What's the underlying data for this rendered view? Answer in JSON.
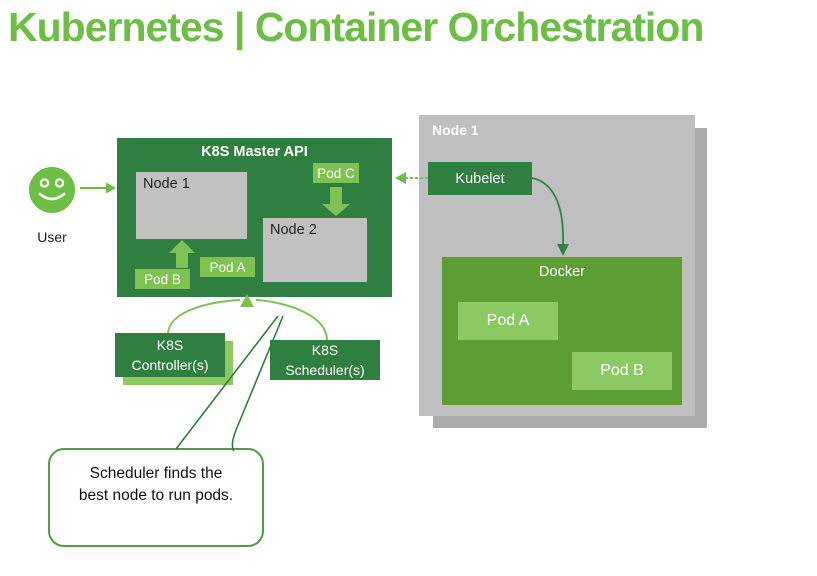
{
  "title": "Kubernetes | Container Orchestration",
  "user": {
    "label": "User"
  },
  "master": {
    "title": "K8S Master API",
    "node1": "Node 1",
    "node2": "Node 2",
    "pod_a": "Pod A",
    "pod_b": "Pod B",
    "pod_c": "Pod C"
  },
  "controller": {
    "line1": "K8S",
    "line2": "Controller(s)"
  },
  "scheduler": {
    "line1": "K8S",
    "line2": "Scheduler(s)"
  },
  "callout": {
    "line1": "Scheduler finds the",
    "line2": "best node to run pods."
  },
  "worker": {
    "title": "Node 1",
    "kubelet": "Kubelet",
    "docker": "Docker",
    "pod_a": "Pod A",
    "pod_b": "Pod B"
  },
  "colors": {
    "title_green": "#6CBE45",
    "dark_green": "#2F8040",
    "docker_green": "#5C9E33",
    "light_green": "#8CC963",
    "pod_green": "#7EC254",
    "node_gray": "#BFBFBF",
    "shadow_gray": "#ABABAB",
    "bubble_border": "#4F9D44",
    "tail_green": "#2E7D3B"
  }
}
